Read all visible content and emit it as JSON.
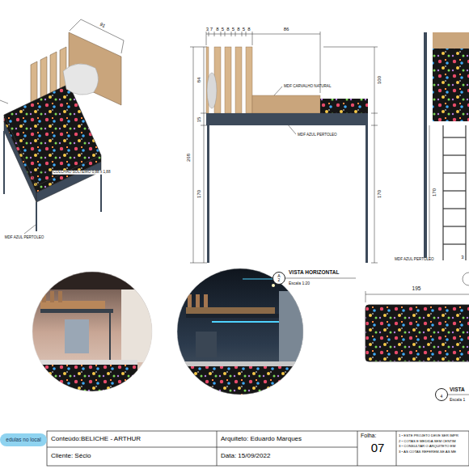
{
  "diagram": {
    "nodes": [
      {
        "text": [
          "edulas no local"
        ]
      },
      {
        "text": [
          "Conteúdo:BELICHE - ARTHUR"
        ]
      },
      {
        "text": [
          "Cliente: Sécio"
        ]
      },
      {
        "text": [
          "Arquiteto: Eduardo Marques"
        ]
      },
      {
        "text": [
          "Data: 15/09/2022"
        ]
      },
      {
        "text": [
          "Folha:",
          "07"
        ]
      },
      {
        "text": [
          "1 • ESTE PROJETO DEVE SER IMPR",
          "2 • COTAS E MEDIDA SEM CENTÍM",
          "3 • CONSULTAR O ARQUITETO EM",
          "3 • AS COTAS REFEREM-SE AS ME"
        ]
      },
      {
        "text": [
          "A",
          "2"
        ]
      },
      {
        "text": [
          "4"
        ]
      }
    ],
    "labels": [
      "91",
      "COLCHÃO SOLTEIRO 0,88 x 1,88",
      "MDF AZUL PERTOLEO",
      "3",
      "7",
      "8",
      "5",
      "8",
      "5",
      "8",
      "5",
      "8",
      "86",
      "84",
      "100",
      "15",
      "268",
      "170",
      "170",
      "MDF CARVALHO NATURAL",
      "MDF AZUL PERTOLEO",
      "VISTA HORIZONTAL",
      "Escala 1:20",
      "170",
      "MDF AZUL PERTOLEO",
      "3",
      "195",
      "VISTA",
      "Escala 1"
    ]
  }
}
